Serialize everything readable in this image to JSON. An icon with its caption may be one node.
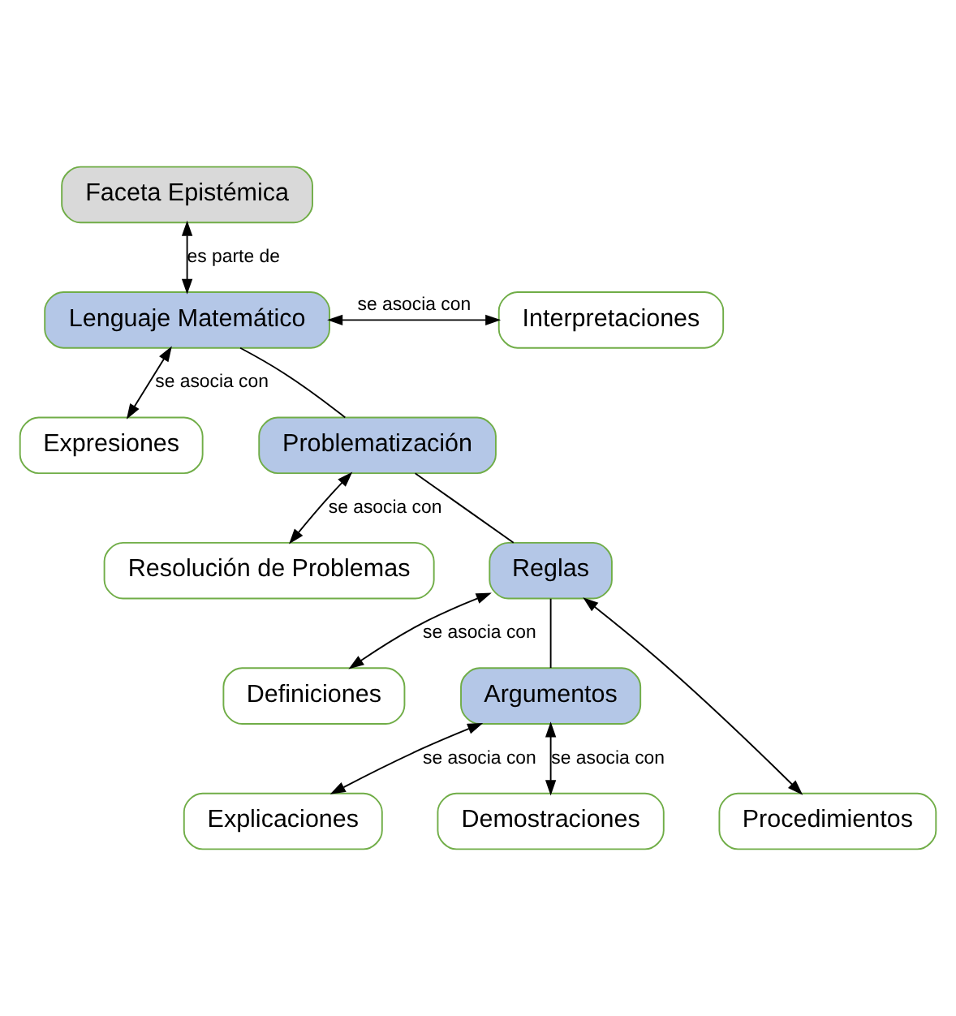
{
  "diagram": {
    "nodes": [
      {
        "text": [
          "Faceta Epistémica"
        ]
      },
      {
        "text": [
          "Interpretaciones"
        ]
      },
      {
        "text": [
          "Lenguaje Matemático"
        ]
      },
      {
        "text": [
          "Expresiones"
        ]
      },
      {
        "text": [
          "Problematización"
        ]
      },
      {
        "text": [
          "Resolución de Problemas"
        ]
      },
      {
        "text": [
          "Reglas"
        ]
      },
      {
        "text": [
          "Definiciones"
        ]
      },
      {
        "text": [
          "Argumentos"
        ]
      },
      {
        "text": [
          "Procedimientos"
        ]
      },
      {
        "text": [
          "Explicaciones"
        ]
      },
      {
        "text": [
          "Demostraciones"
        ]
      }
    ],
    "edges": [
      {
        "from": 0,
        "to": 2,
        "arrow": "both",
        "label": "es parte de"
      },
      {
        "from": 2,
        "to": 1,
        "arrow": "both",
        "label": "se asocia con"
      },
      {
        "from": 2,
        "to": 3,
        "arrow": "both",
        "label": "se asocia con"
      },
      {
        "from": 2,
        "to": 4,
        "arrow": "none"
      },
      {
        "from": 4,
        "to": 5,
        "arrow": "both",
        "label": "se asocia con"
      },
      {
        "from": 4,
        "to": 6,
        "arrow": "none"
      },
      {
        "from": 6,
        "to": 7,
        "arrow": "both",
        "label": "se asocia con"
      },
      {
        "from": 6,
        "to": 9,
        "arrow": "both"
      },
      {
        "from": 6,
        "to": 8,
        "arrow": "none"
      },
      {
        "from": 8,
        "to": 10,
        "arrow": "both",
        "label": "se asocia con"
      },
      {
        "from": 8,
        "to": 11,
        "arrow": "both",
        "label": "se asocia con"
      }
    ]
  }
}
